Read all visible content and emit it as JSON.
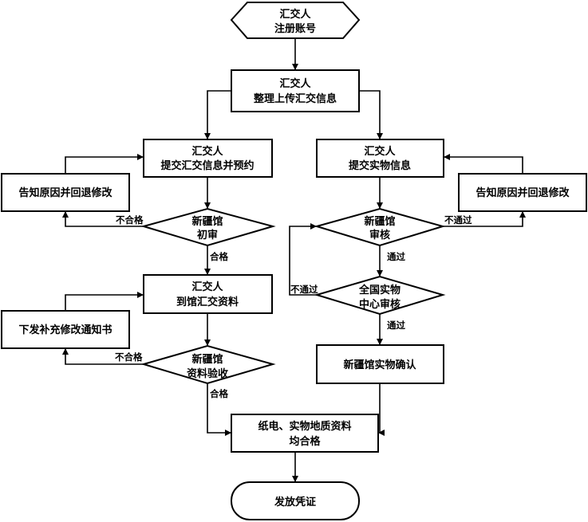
{
  "nodes": {
    "register": [
      "汇交人",
      "注册账号"
    ],
    "upload": [
      "汇交人",
      "整理上传汇交信息"
    ],
    "submit_info": [
      "汇交人",
      "提交汇交信息并预约"
    ],
    "submit_physical": [
      "汇交人",
      "提交实物信息"
    ],
    "notify_left": [
      "告知原因并回退修改"
    ],
    "notify_right": [
      "告知原因并回退修改"
    ],
    "initial_review": [
      "新疆馆",
      "初审"
    ],
    "xj_review": [
      "新疆馆",
      "审核"
    ],
    "national_review": [
      "全国实物",
      "中心审核"
    ],
    "deliver": [
      "汇交人",
      "到馆汇交资料"
    ],
    "supplement_notice": [
      "下发补充修改通知书"
    ],
    "acceptance": [
      "新疆馆",
      "资料验收"
    ],
    "physical_confirm": [
      "新疆馆实物确认"
    ],
    "all_qualified": [
      "纸电、实物地质资料",
      "均合格"
    ],
    "certificate": [
      "发放凭证"
    ]
  },
  "edge_labels": {
    "fail1": "不合格",
    "pass1": "合格",
    "fail2": "不合格",
    "pass2": "合格",
    "reject1": "不通过",
    "approve1": "通过",
    "reject2": "不通过",
    "approve2": "通过"
  }
}
